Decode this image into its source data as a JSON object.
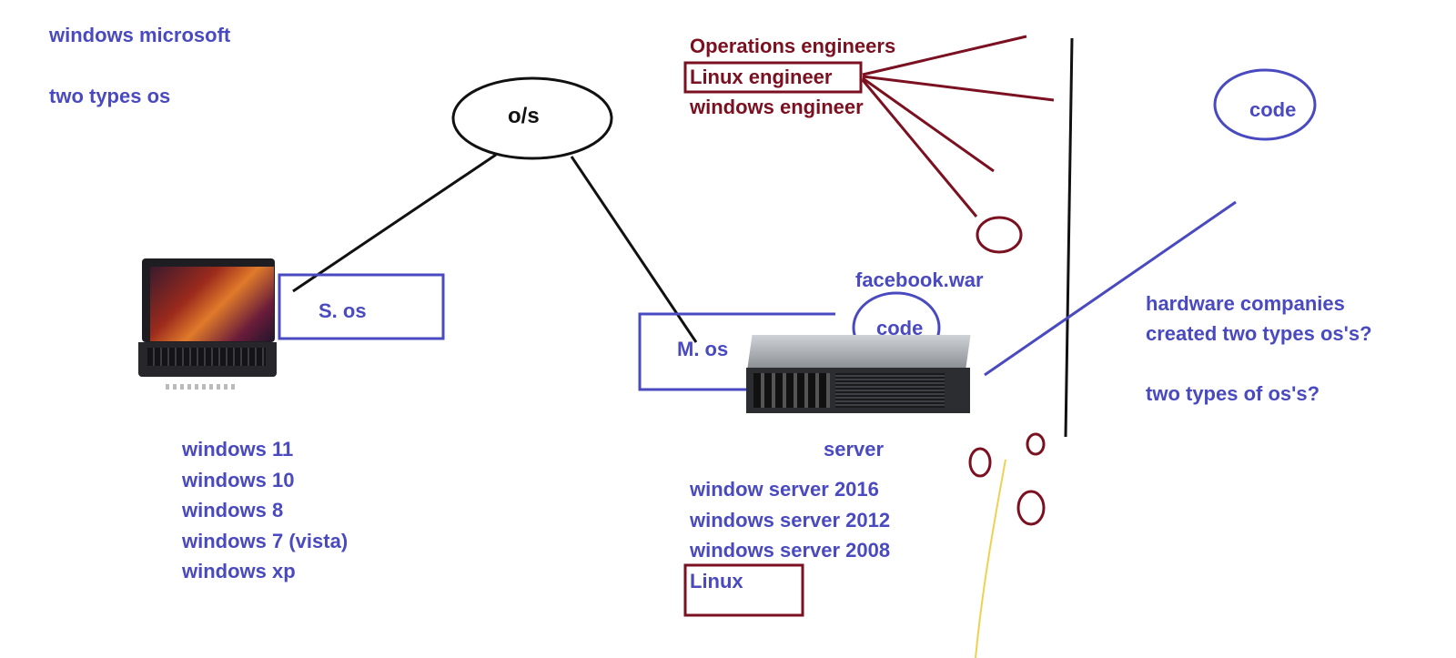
{
  "notes": {
    "top_left_1": "windows  microsoft",
    "top_left_2": "two types os"
  },
  "root_node": {
    "label": "o/s"
  },
  "single_user": {
    "label": "S. os",
    "device_icon": "laptop-icon",
    "versions": [
      "windows 11",
      "windows 10",
      "windows 8",
      "windows 7 (vista)",
      "windows xp"
    ]
  },
  "multi_user": {
    "label": "M. os",
    "device_icon": "server-icon",
    "device_caption": "server",
    "deploy_file": "facebook.war",
    "code_label": "code",
    "versions": [
      "window server 2016",
      "windows server 2012",
      "windows server 2008",
      "Linux"
    ]
  },
  "roles": [
    "Operations engineers",
    "Linux engineer",
    "windows engineer"
  ],
  "right_panel": {
    "code_label": "code",
    "question_1": "hardware companies",
    "question_2": "created two types os's?",
    "question_3": "two types of os's?"
  },
  "colors": {
    "blue": "#4a4ac0",
    "maroon": "#7a1020",
    "black": "#111111",
    "yellow": "#f0d050"
  }
}
